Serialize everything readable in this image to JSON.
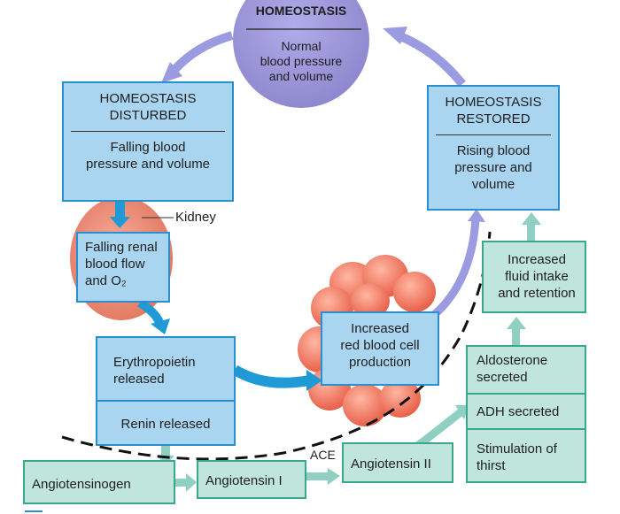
{
  "homeostasis": {
    "title": "HOMEOSTASIS",
    "body": "Normal\nblood pressure\nand volume"
  },
  "disturbed": {
    "title": "HOMEOSTASIS\nDISTURBED",
    "body": "Falling blood\npressure and volume"
  },
  "restored": {
    "title": "HOMEOSTASIS\nRESTORED",
    "body": "Rising blood\npressure and\nvolume"
  },
  "kidney_label": "Kidney",
  "renal": "Falling renal\nblood flow\nand O₂",
  "erythropoietin": "Erythropoietin\nreleased",
  "renin": "Renin released",
  "rbc": "Increased\nred blood cell\nproduction",
  "fluid": "Increased\nfluid intake\nand retention",
  "aldosterone": "Aldosterone\nsecreted",
  "adh": "ADH secreted",
  "thirst": "Stimulation of\nthirst",
  "angiotensinogen": "Angiotensinogen",
  "angiotensin1": "Angiotensin I",
  "ace": "ACE",
  "angiotensin2": "Angiotensin II",
  "colors": {
    "blue_box": "#a9d5f0",
    "blue_border": "#2a8fcf",
    "teal_box": "#bfe5dc",
    "teal_border": "#3aa78c",
    "arrow_blue": "#1f9ad6",
    "arrow_teal": "#8fd0c2",
    "arrow_purple": "#9a9be0",
    "circle": "#9b95d8"
  }
}
